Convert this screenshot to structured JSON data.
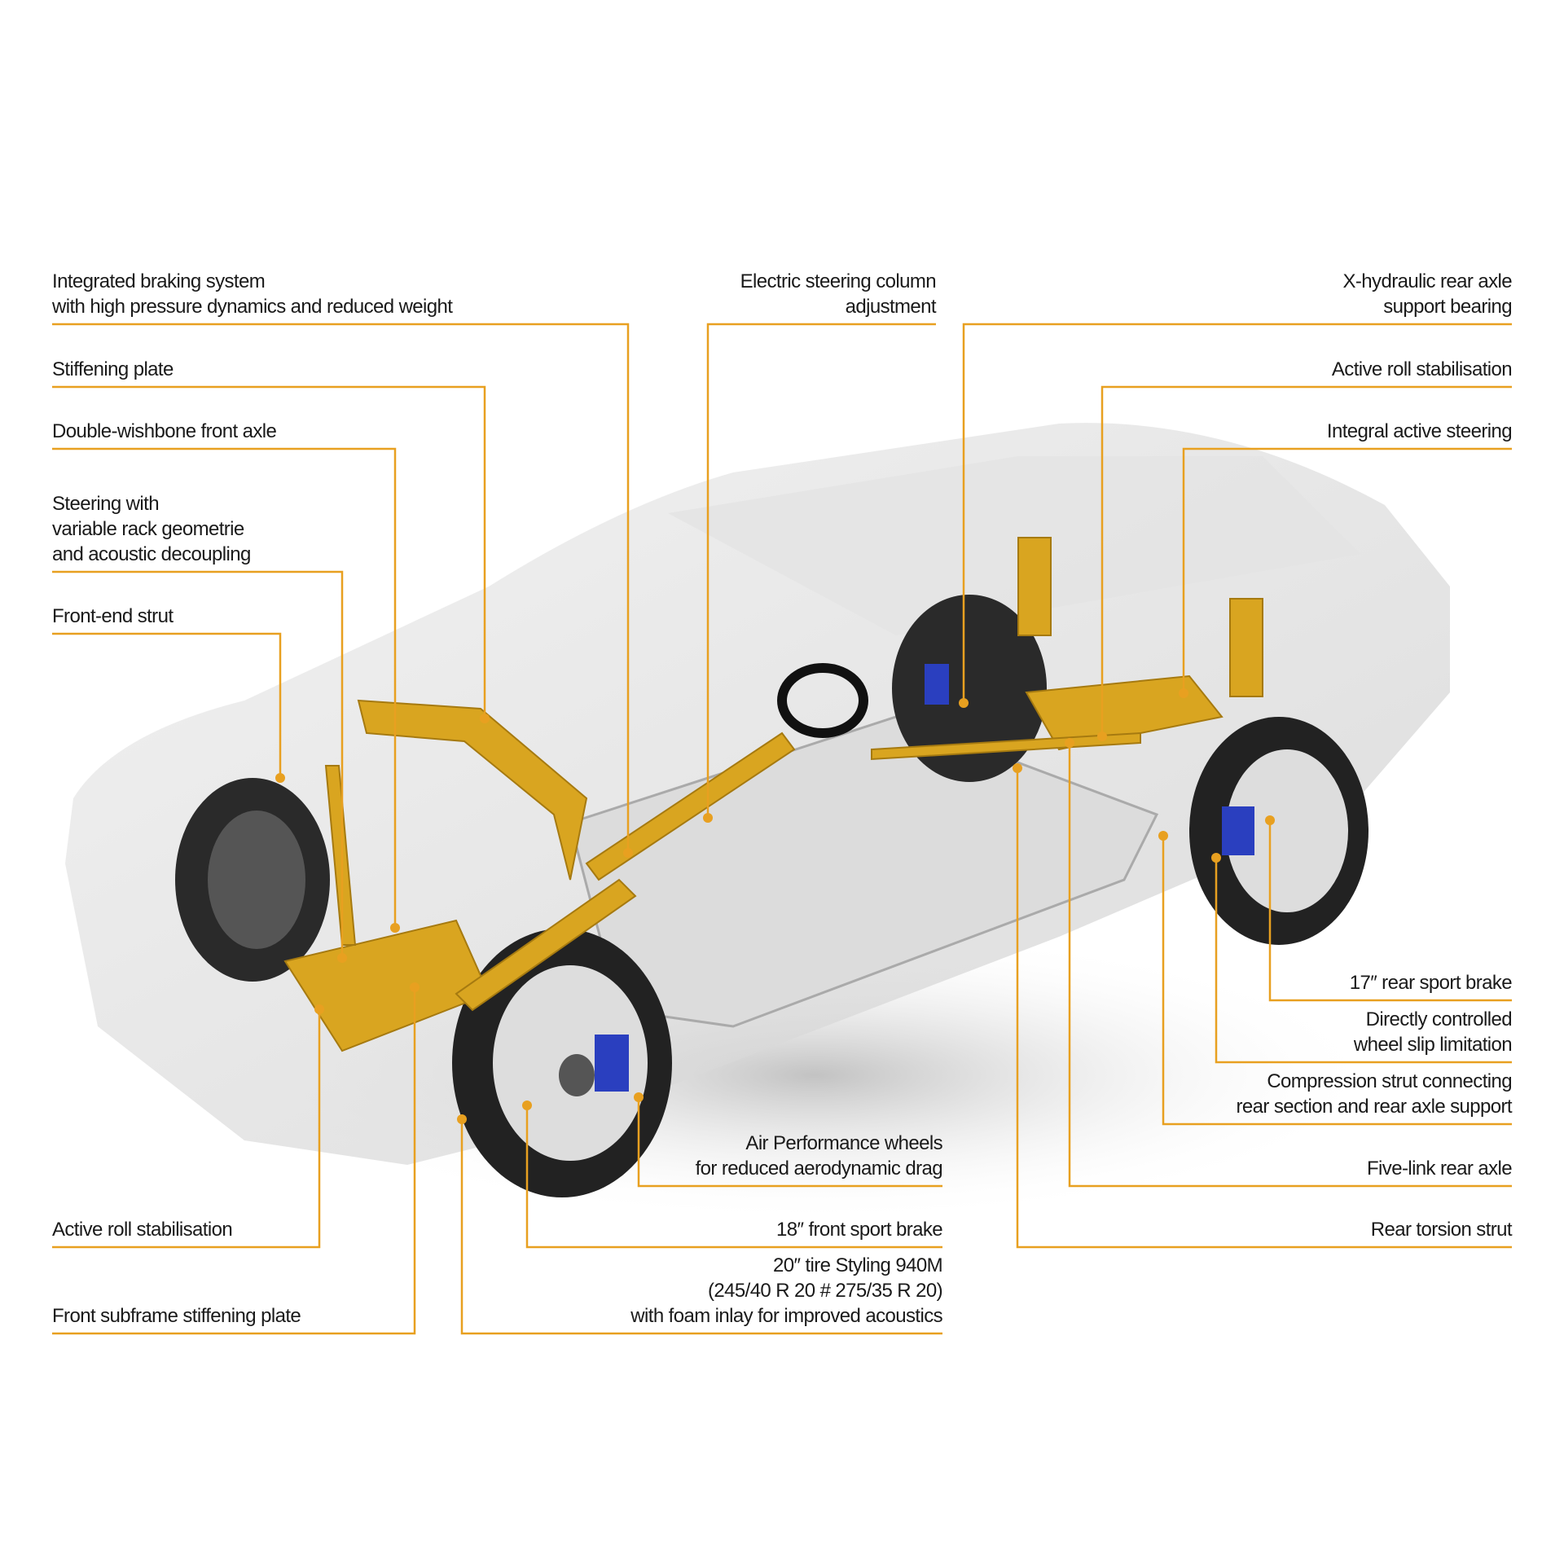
{
  "colors": {
    "accent": "#e8a020",
    "component_gold": "#d9a520",
    "caliper_blue": "#2a3fbf",
    "body_gray": "#d8d8d8"
  },
  "callouts": {
    "integrated_braking": [
      "Integrated braking system",
      "with high pressure dynamics and reduced weight"
    ],
    "stiffening_plate": [
      "Stiffening plate"
    ],
    "double_wishbone": [
      "Double-wishbone front axle"
    ],
    "steering_variable": [
      "Steering with",
      "variable rack geometrie",
      "and acoustic decoupling"
    ],
    "front_end_strut": [
      "Front-end strut"
    ],
    "active_roll_front": [
      "Active roll stabilisation"
    ],
    "front_subframe": [
      "Front subframe stiffening plate"
    ],
    "electric_steering": [
      "Electric steering column",
      "adjustment"
    ],
    "air_performance": [
      "Air Performance wheels",
      "for reduced aerodynamic drag"
    ],
    "front_brake": [
      "18″ front sport brake"
    ],
    "tire": [
      "20″ tire Styling 940M",
      "(245/40 R 20 # 275/35 R 20)",
      "with foam inlay for improved acoustics"
    ],
    "x_hydraulic": [
      "X-hydraulic rear axle",
      "support bearing"
    ],
    "active_roll_rear": [
      "Active roll stabilisation"
    ],
    "integral_steering": [
      "Integral active steering"
    ],
    "rear_brake": [
      "17″ rear sport brake"
    ],
    "wheel_slip": [
      "Directly controlled",
      "wheel slip limitation"
    ],
    "compression_strut": [
      "Compression strut connecting",
      "rear section and rear axle support"
    ],
    "five_link": [
      "Five-link rear axle"
    ],
    "rear_torsion": [
      "Rear torsion strut"
    ]
  }
}
